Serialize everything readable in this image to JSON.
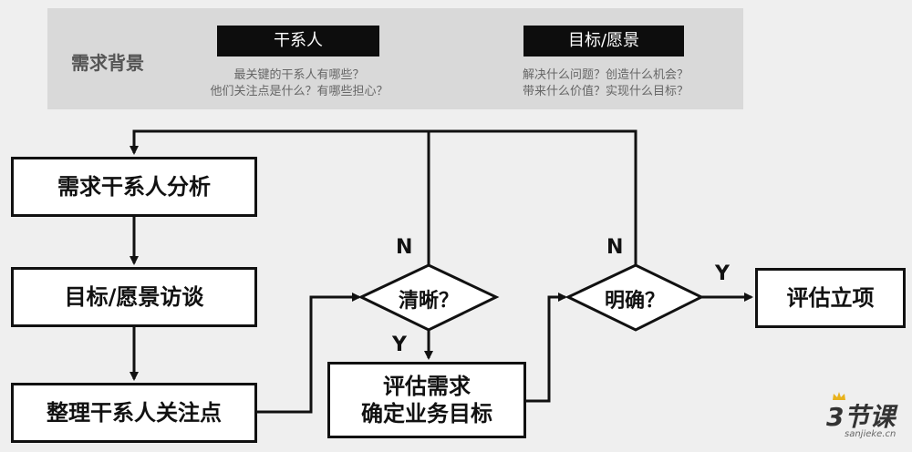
{
  "background": {
    "title": "需求背景",
    "stakeholder_tag": "干系人",
    "stakeholder_questions": [
      "最关键的干系人有哪些？",
      "他们关注点是什么？有哪些担心？"
    ],
    "goal_tag": "目标/愿景",
    "goal_questions": [
      "解决什么问题？创造什么机会？",
      "带来什么价值？实现什么目标？"
    ]
  },
  "flow": {
    "step1": "需求干系人分析",
    "step2": "目标/愿景访谈",
    "step3": "整理干系人关注点",
    "decision1": "清晰？",
    "step4_line1": "评估需求",
    "step4_line2": "确定业务目标",
    "decision2": "明确？",
    "result": "评估立项",
    "no_label_1": "N",
    "yes_label_1": "Y",
    "no_label_2": "N",
    "yes_label_2": "Y"
  },
  "logo": {
    "main": "3节课",
    "sub": "sanjieke.cn"
  },
  "colors": {
    "page_bg": "#efefef",
    "panel_bg": "#d9d9d9",
    "tag_bg": "#0d0d0d",
    "line": "#111111"
  }
}
